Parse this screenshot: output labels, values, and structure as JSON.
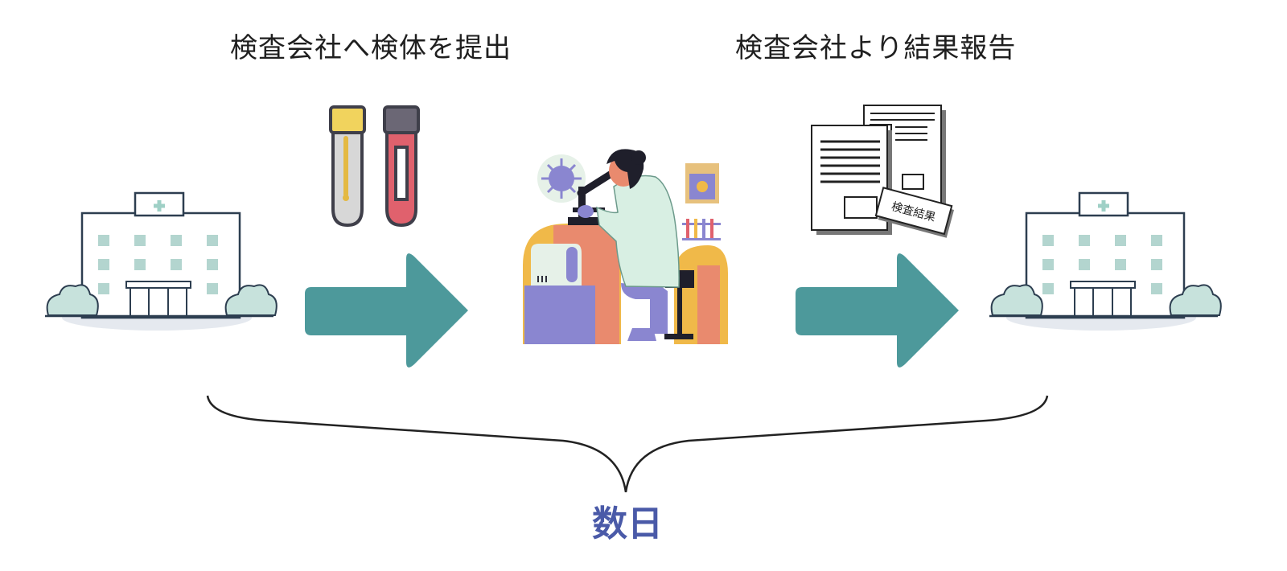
{
  "steps": {
    "submit_label": "検査会社へ検体を提出",
    "report_label": "検査会社より結果報告"
  },
  "report_card_label": "検査結果",
  "duration_label": "数日",
  "icons": [
    "hospital-icon",
    "test-tubes-icon",
    "arrow-right-icon",
    "lab-scientist-icon",
    "report-documents-icon",
    "hospital-icon"
  ],
  "colors": {
    "arrow": "#4d999b",
    "duration_text": "#4a5aa8"
  }
}
